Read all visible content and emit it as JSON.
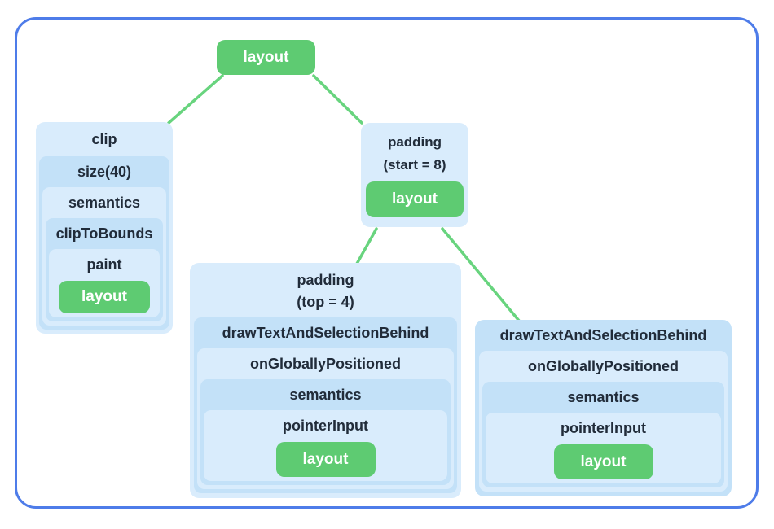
{
  "colors": {
    "frame_border": "#4e7ce9",
    "node_green": "#5ecb72",
    "connector_green": "#68d47e",
    "box_blue_light": "#d9ecfc",
    "box_blue_dark": "#c3e1f8",
    "label_text": "#212c3a"
  },
  "root_node": {
    "label": "layout"
  },
  "clip_box": {
    "title": "clip",
    "levels": [
      "size(40)",
      "semantics",
      "clipToBounds",
      "paint"
    ],
    "leaf_label": "layout"
  },
  "padding_start_box": {
    "title_line1": "padding",
    "title_line2": "(start = 8)",
    "leaf_label": "layout"
  },
  "padding_top_box": {
    "title_line1": "padding",
    "title_line2": "(top = 4)",
    "levels": [
      "drawTextAndSelectionBehind",
      "onGloballyPositioned",
      "semantics",
      "pointerInput"
    ],
    "leaf_label": "layout"
  },
  "draw_box": {
    "levels": [
      "drawTextAndSelectionBehind",
      "onGloballyPositioned",
      "semantics",
      "pointerInput"
    ],
    "leaf_label": "layout"
  }
}
